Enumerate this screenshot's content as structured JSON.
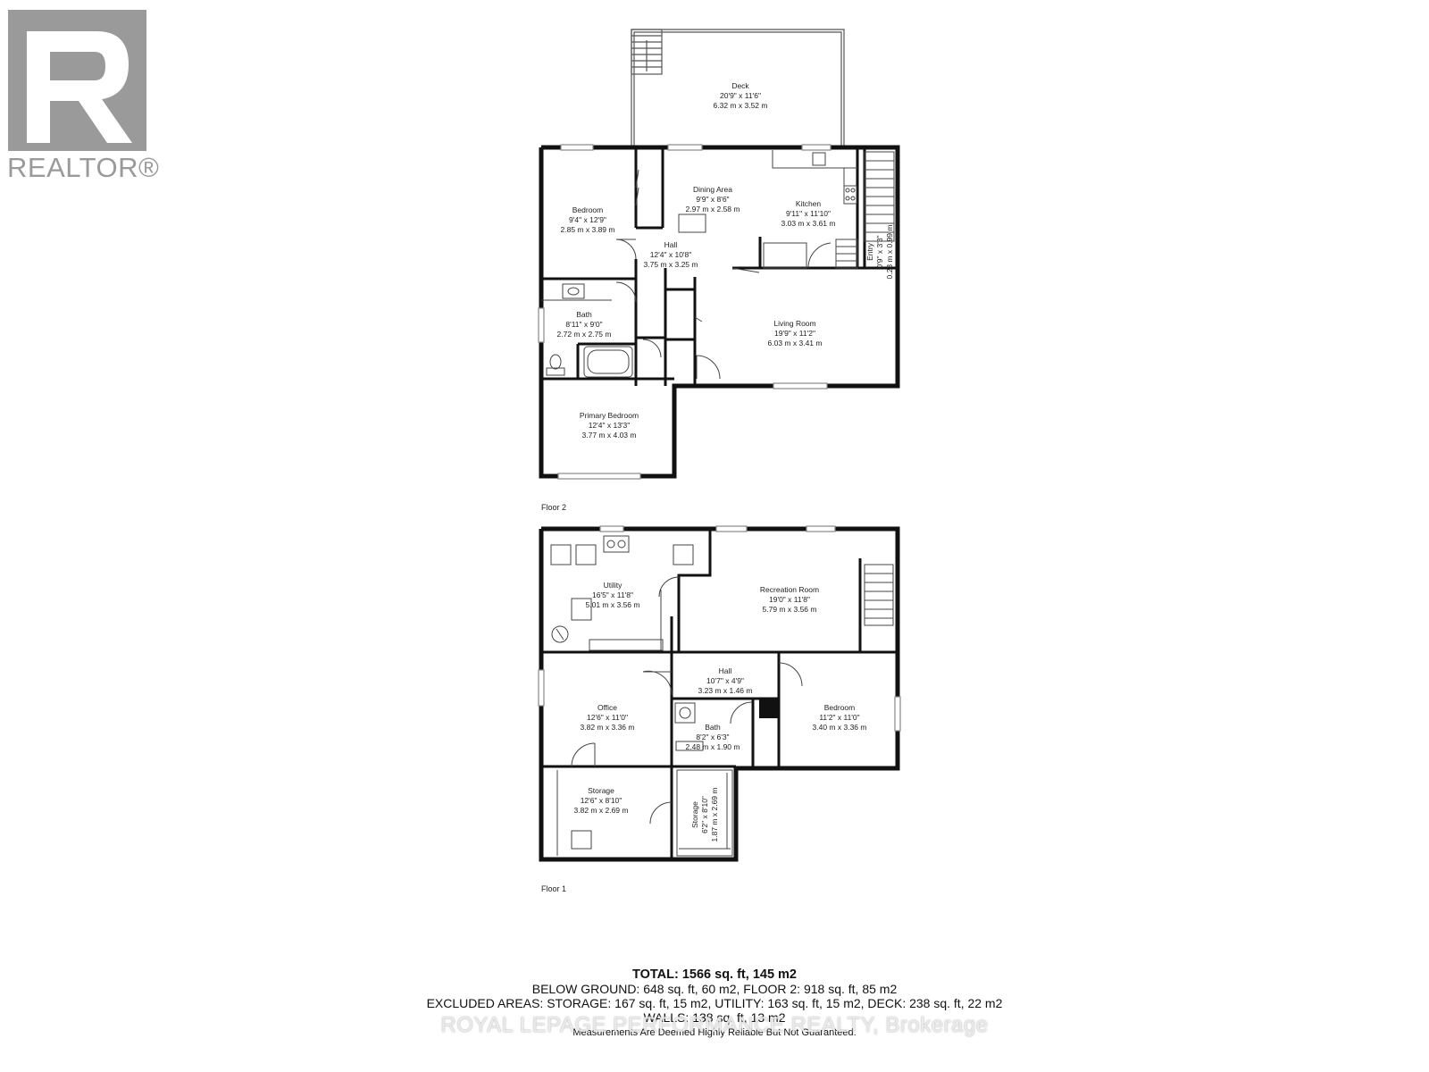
{
  "brand": {
    "logo_text": "REALTOR®"
  },
  "floors": [
    {
      "label": "Floor 2"
    },
    {
      "label": "Floor 1"
    }
  ],
  "rooms": [
    {
      "id": "deck",
      "name": "Deck",
      "imperial": "20'9\" x 11'6\"",
      "metric": "6.32 m x 3.52 m"
    },
    {
      "id": "bedroom2",
      "name": "Bedroom",
      "imperial": "9'4\" x 12'9\"",
      "metric": "2.85 m x 3.89 m"
    },
    {
      "id": "dining",
      "name": "Dining Area",
      "imperial": "9'9\" x 8'6\"",
      "metric": "2.97 m x 2.58 m"
    },
    {
      "id": "kitchen",
      "name": "Kitchen",
      "imperial": "9'11\" x 11'10\"",
      "metric": "3.03 m x 3.61 m"
    },
    {
      "id": "hall2",
      "name": "Hall",
      "imperial": "12'4\" x 10'8\"",
      "metric": "3.75 m x 3.25 m"
    },
    {
      "id": "entry",
      "name": "Entry",
      "imperial": "0'9\" x 3'3\"",
      "metric": "0.23 m x 0.99 m"
    },
    {
      "id": "bath2",
      "name": "Bath",
      "imperial": "8'11\" x 9'0\"",
      "metric": "2.72 m x 2.75 m"
    },
    {
      "id": "living",
      "name": "Living Room",
      "imperial": "19'9\" x 11'2\"",
      "metric": "6.03 m x 3.41 m"
    },
    {
      "id": "primary",
      "name": "Primary Bedroom",
      "imperial": "12'4\" x 13'3\"",
      "metric": "3.77 m x 4.03 m"
    },
    {
      "id": "utility",
      "name": "Utility",
      "imperial": "16'5\" x 11'8\"",
      "metric": "5.01 m x 3.56 m"
    },
    {
      "id": "recreation",
      "name": "Recreation Room",
      "imperial": "19'0\" x 11'8\"",
      "metric": "5.79 m x 3.56 m"
    },
    {
      "id": "hall1",
      "name": "Hall",
      "imperial": "10'7\" x 4'9\"",
      "metric": "3.23 m x 1.46 m"
    },
    {
      "id": "office",
      "name": "Office",
      "imperial": "12'6\" x 11'0\"",
      "metric": "3.82 m x 3.36 m"
    },
    {
      "id": "bedroom1",
      "name": "Bedroom",
      "imperial": "11'2\" x 11'0\"",
      "metric": "3.40 m x 3.36 m"
    },
    {
      "id": "bath1",
      "name": "Bath",
      "imperial": "8'2\" x 6'3\"",
      "metric": "2.48 m x 1.90 m"
    },
    {
      "id": "storage1",
      "name": "Storage",
      "imperial": "12'6\" x 8'10\"",
      "metric": "3.82 m x 2.69 m"
    },
    {
      "id": "storage2",
      "name": "Storage",
      "imperial": "6'2\" x 8'10\"",
      "metric": "1.87 m x 2.69 m"
    }
  ],
  "summary": {
    "total": "TOTAL: 1566 sq. ft, 145 m2",
    "below": "BELOW GROUND: 648 sq. ft, 60 m2, FLOOR 2: 918 sq. ft, 85 m2",
    "excluded": "EXCLUDED AREAS: STORAGE: 167 sq. ft, 15 m2, UTILITY: 163 sq. ft, 15 m2, DECK: 238 sq. ft, 22 m2",
    "walls": "WALLS: 138 sq. ft, 13 m2",
    "note": "Measurements Are Deemed Highly Reliable But Not Guaranteed."
  },
  "watermark": "ROYAL LEPAGE PERFORMANCE REALTY, Brokerage",
  "colors": {
    "wall": "#111111",
    "logo": "#9a9a9a"
  }
}
